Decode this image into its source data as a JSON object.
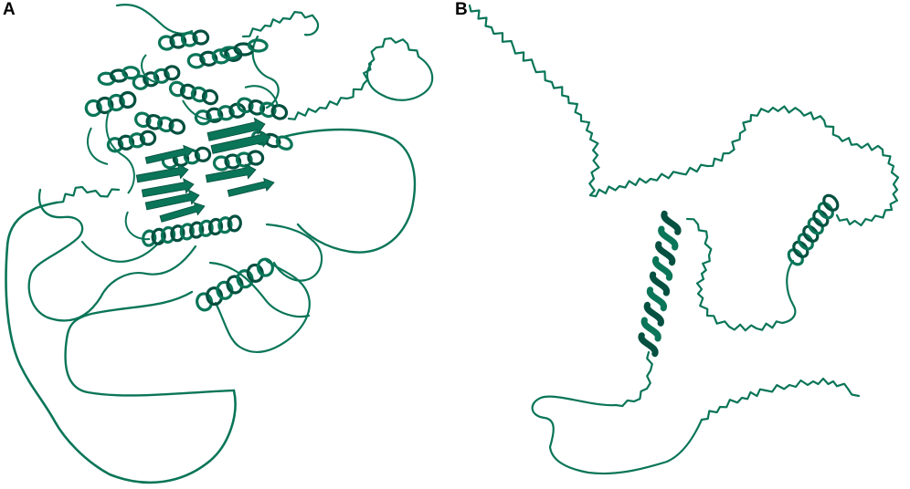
{
  "figure": {
    "panels": [
      {
        "label": "A",
        "structure": "protein-cartoon-large-folded-domain"
      },
      {
        "label": "B",
        "structure": "protein-cartoon-two-helix-disordered"
      }
    ],
    "colors": {
      "ribbon": "#0a7558",
      "ribbon_dark": "#055040",
      "ribbon_light": "#1f9a76",
      "background": "#ffffff"
    }
  }
}
